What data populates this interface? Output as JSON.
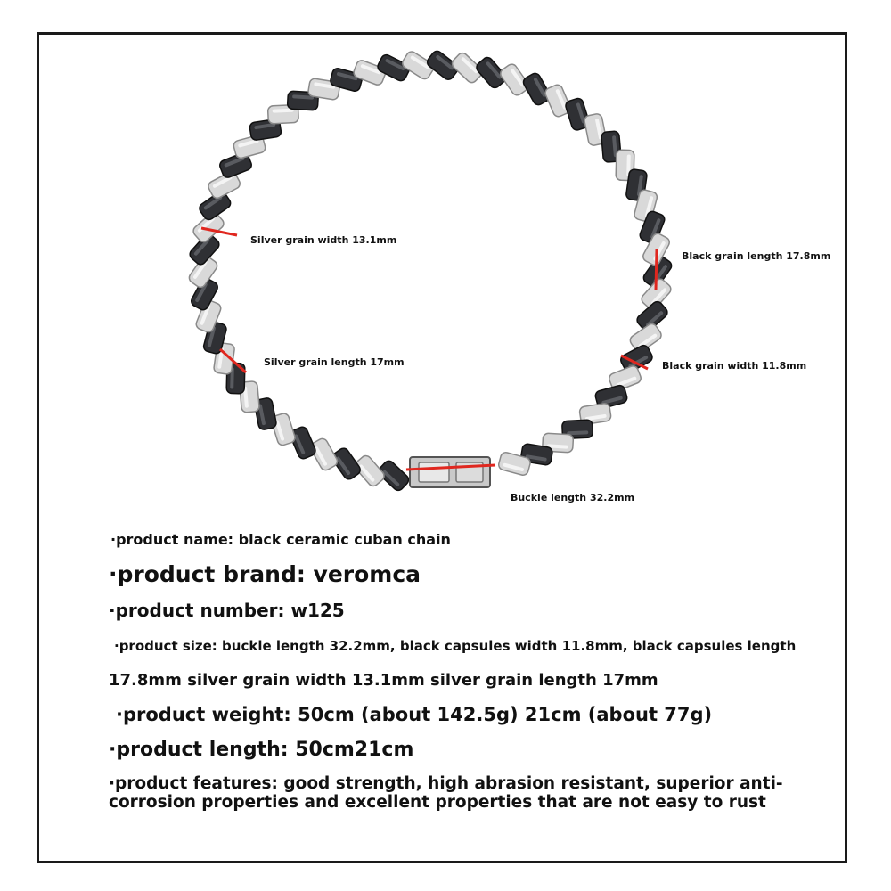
{
  "image": {
    "subject": "black-ceramic-and-silver-cuban-chain",
    "colors": {
      "background": "#ffffff",
      "frame": "#1a1a1a",
      "silver_link": "#d9d9d9",
      "black_link": "#2f3034",
      "measure_line": "#e0271f"
    }
  },
  "callouts": {
    "silver_grain_width": "Silver grain width 13.1mm",
    "black_grain_length": "Black grain length 17.8mm",
    "silver_grain_length": "Silver grain length 17mm",
    "black_grain_width": "Black grain width 11.8mm",
    "buckle_length": "Buckle length 32.2mm"
  },
  "specs": {
    "name": "·product name: black ceramic cuban chain",
    "brand": "·product brand: veromca",
    "number": "·product number: w125",
    "size_line1": "·product size: buckle length 32.2mm, black capsules width 11.8mm, black capsules length",
    "size_line2": "17.8mm silver grain width 13.1mm silver grain length 17mm",
    "weight": "·product weight: 50cm (about 142.5g) 21cm (about 77g)",
    "length": "·product length: 50cm21cm",
    "features": "·product features: good strength, high abrasion resistant, superior anti-corrosion properties and excellent properties that are not easy to rust"
  }
}
